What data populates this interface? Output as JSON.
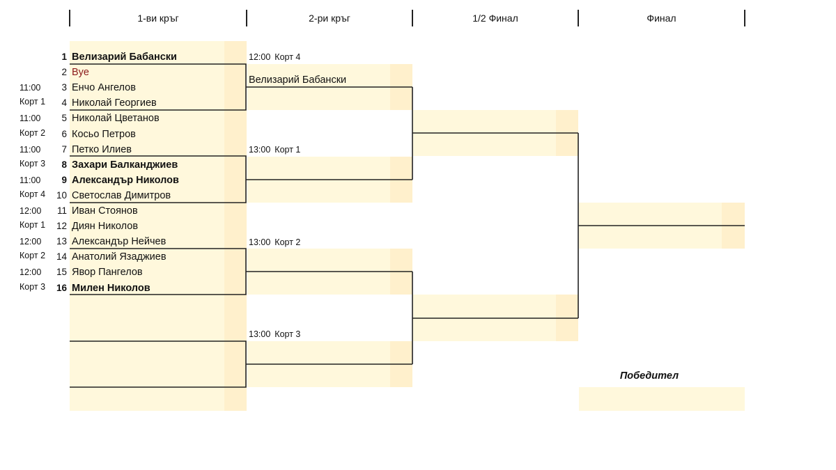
{
  "rounds": [
    "1-ви кръг",
    "2-ри кръг",
    "1/2 Финал",
    "Финал"
  ],
  "players": [
    {
      "seed": "1",
      "name": "Велизарий Бабански",
      "bold": true
    },
    {
      "seed": "2",
      "name": "Bye",
      "bye": true
    },
    {
      "seed": "3",
      "name": "Енчо Ангелов"
    },
    {
      "seed": "4",
      "name": "Николай Георгиев"
    },
    {
      "seed": "5",
      "name": "Николай Цветанов"
    },
    {
      "seed": "6",
      "name": "Косьо Петров"
    },
    {
      "seed": "7",
      "name": "Петко Илиев"
    },
    {
      "seed": "8",
      "name": "Захари Балканджиев",
      "bold": true
    },
    {
      "seed": "9",
      "name": "Александър Николов",
      "bold": true
    },
    {
      "seed": "10",
      "name": "Светослав Димитров"
    },
    {
      "seed": "11",
      "name": "Иван Стоянов"
    },
    {
      "seed": "12",
      "name": "Диян Николов"
    },
    {
      "seed": "13",
      "name": "Александър Нейчев"
    },
    {
      "seed": "14",
      "name": "Анатолий Язаджиев"
    },
    {
      "seed": "15",
      "name": "Явор Пангелов"
    },
    {
      "seed": "16",
      "name": "Милен Николов",
      "bold": true
    }
  ],
  "r1_schedule": [
    {
      "time": "11:00",
      "court": "Корт 1"
    },
    {
      "time": "11:00",
      "court": "Корт 2"
    },
    {
      "time": "11:00",
      "court": "Корт 3"
    },
    {
      "time": "11:00",
      "court": "Корт 4"
    },
    {
      "time": "12:00",
      "court": "Корт 1"
    },
    {
      "time": "12:00",
      "court": "Корт 2"
    },
    {
      "time": "12:00",
      "court": "Корт 3"
    }
  ],
  "r2_schedule": [
    {
      "time": "12:00",
      "court": "Корт 4"
    },
    {
      "time": "13:00",
      "court": "Корт 1"
    },
    {
      "time": "13:00",
      "court": "Корт 2"
    },
    {
      "time": "13:00",
      "court": "Корт 3"
    }
  ],
  "r2_winners": [
    "Велизарий Бабански",
    "",
    "",
    "",
    "",
    "",
    "",
    ""
  ],
  "winner_label": "Победител"
}
